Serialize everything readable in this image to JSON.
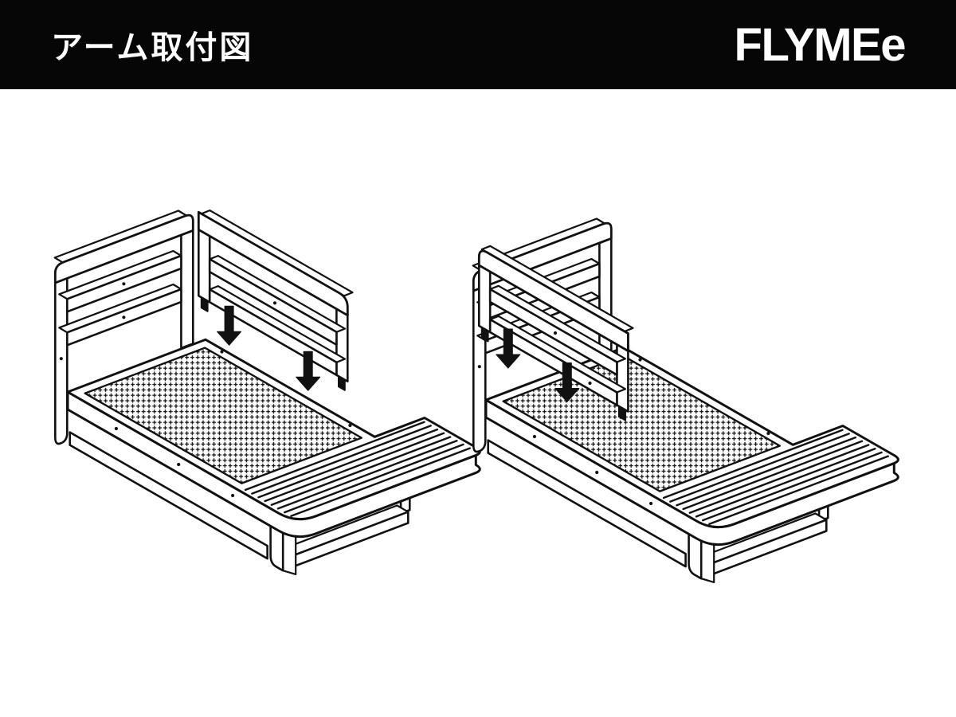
{
  "header": {
    "title": "アーム取付図",
    "brand_logo": "FLYMEe"
  },
  "colors": {
    "header_bg": "#060606",
    "header_text": "#ffffff",
    "line": "#111111",
    "background": "#ffffff"
  },
  "diagram": {
    "figures": [
      {
        "name": "bed-frame-arm-attach-far-side",
        "arm_position": "far-side-rail",
        "down_arrow_count": 2
      },
      {
        "name": "bed-frame-arm-attach-near-side",
        "arm_position": "near-side-rail",
        "down_arrow_count": 2
      }
    ],
    "icons": {
      "attach_direction": "down-arrow-icon"
    }
  }
}
